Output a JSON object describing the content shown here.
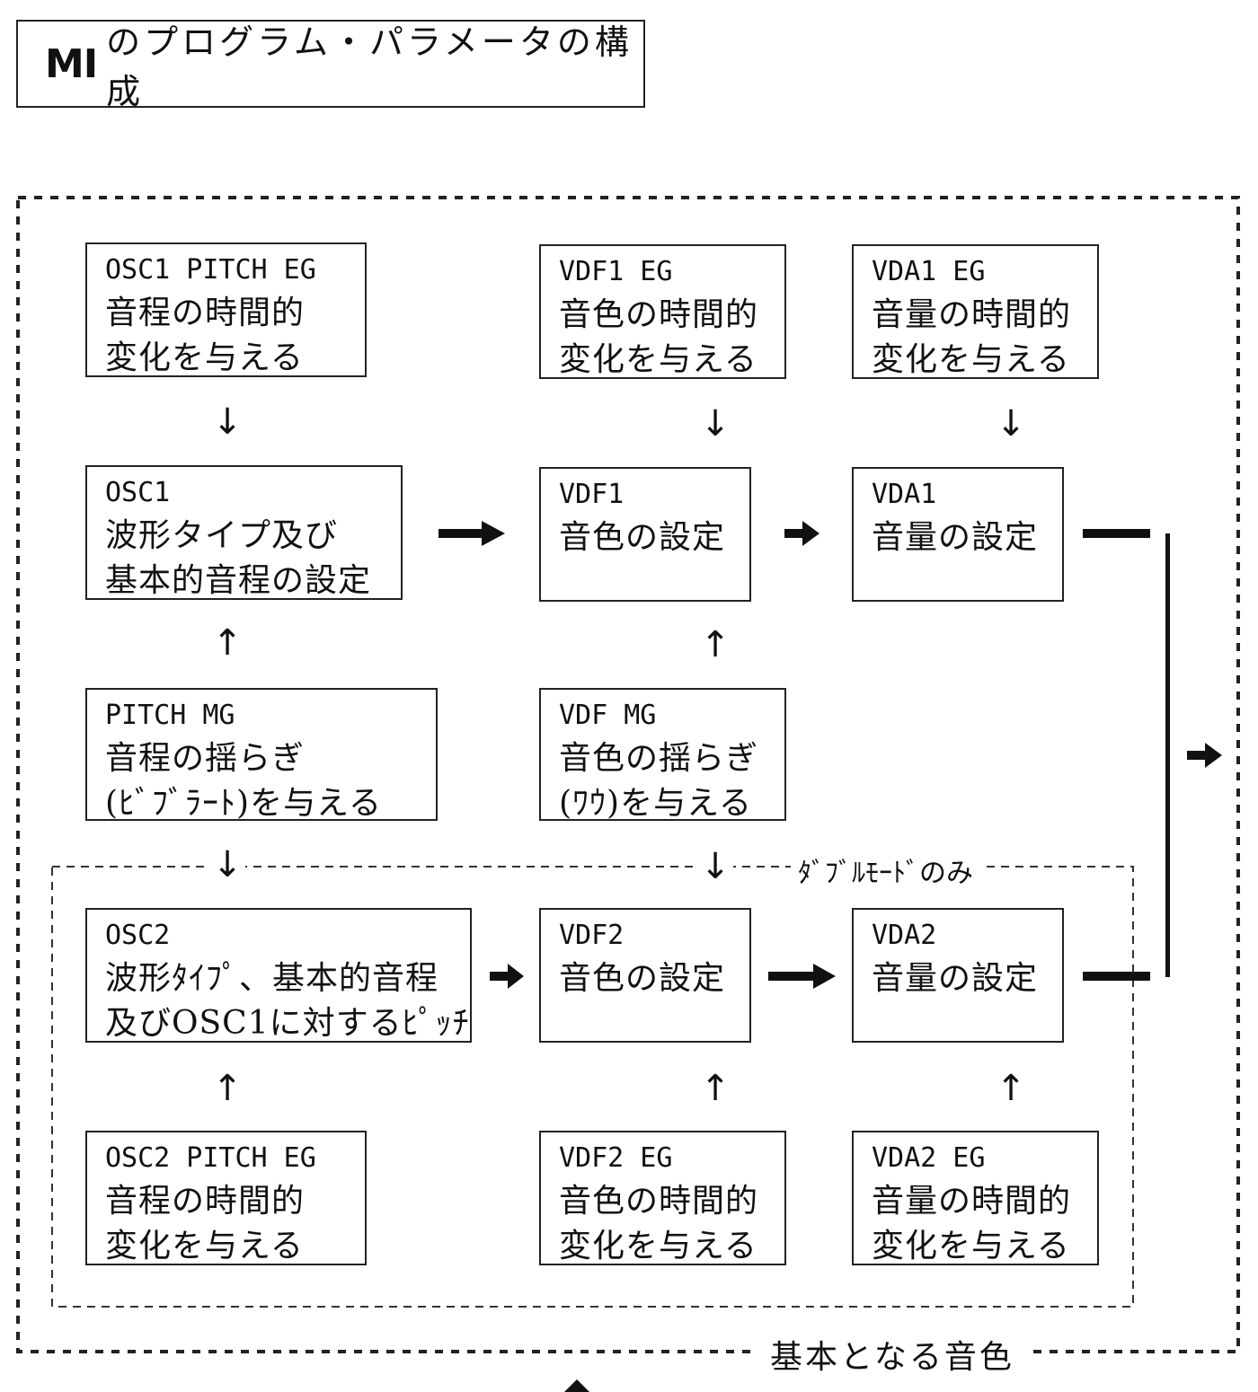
{
  "title": {
    "mi": "MI",
    "rest": "のプログラム・パラメータの構成"
  },
  "boxes": {
    "osc1_pitch_eg": {
      "code": "OSC1 PITCH EG",
      "desc": [
        "音程の時間的",
        "変化を与える"
      ]
    },
    "vdf1_eg": {
      "code": "VDF1 EG",
      "desc": [
        "音色の時間的",
        "変化を与える"
      ]
    },
    "vda1_eg": {
      "code": "VDA1 EG",
      "desc": [
        "音量の時間的",
        "変化を与える"
      ]
    },
    "osc1": {
      "code": "OSC1",
      "desc": [
        "波形タイプ及び",
        "基本的音程の設定"
      ]
    },
    "vdf1": {
      "code": "VDF1",
      "desc": [
        "音色の設定"
      ]
    },
    "vda1": {
      "code": "VDA1",
      "desc": [
        "音量の設定"
      ]
    },
    "pitch_mg": {
      "code": "PITCH MG",
      "desc": [
        "音程の揺らぎ",
        "(ﾋﾞﾌﾞﾗｰﾄ)を与える"
      ]
    },
    "vdf_mg": {
      "code": "VDF MG",
      "desc": [
        "音色の揺らぎ",
        "(ﾜｳ)を与える"
      ]
    },
    "osc2": {
      "code": "OSC2",
      "desc": [
        "波形ﾀｲﾌﾟ、基本的音程",
        "及びOSC1に対するﾋﾟｯﾁ"
      ]
    },
    "vdf2": {
      "code": "VDF2",
      "desc": [
        "音色の設定"
      ]
    },
    "vda2": {
      "code": "VDA2",
      "desc": [
        "音量の設定"
      ]
    },
    "osc2_pitch_eg": {
      "code": "OSC2 PITCH EG",
      "desc": [
        "音程の時間的",
        "変化を与える"
      ]
    },
    "vdf2_eg": {
      "code": "VDF2 EG",
      "desc": [
        "音色の時間的",
        "変化を与える"
      ]
    },
    "vda2_eg": {
      "code": "VDA2 EG",
      "desc": [
        "音量の時間的",
        "変化を与える"
      ]
    }
  },
  "labels": {
    "double_mode": "ﾀﾞﾌﾞﾙﾓｰﾄﾞのみ",
    "basic_tone": "基本となる音色"
  },
  "arrows": {
    "down": "↓",
    "up": "↑"
  }
}
